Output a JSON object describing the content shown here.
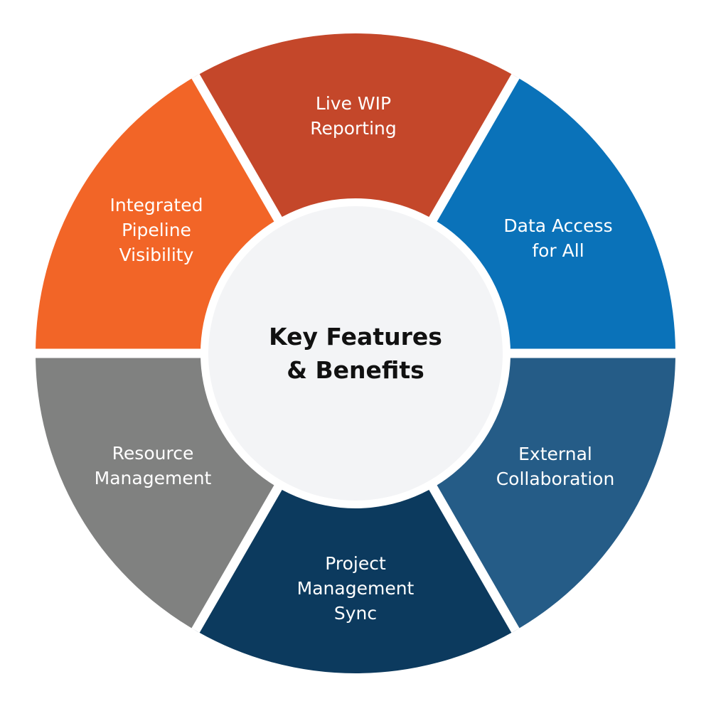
{
  "center": {
    "lines": [
      "Key Features",
      "& Benefits"
    ],
    "fill": "#f3f4f6"
  },
  "segments": [
    {
      "id": "live-wip-reporting",
      "lines": [
        "Live WIP",
        "Reporting"
      ],
      "color": "#c4472a"
    },
    {
      "id": "data-access-for-all",
      "lines": [
        "Data Access",
        "for All"
      ],
      "color": "#0a72b9"
    },
    {
      "id": "external-collaboration",
      "lines": [
        "External",
        "Collaboration"
      ],
      "color": "#255c87"
    },
    {
      "id": "project-management-sync",
      "lines": [
        "Project",
        "Management",
        "Sync"
      ],
      "color": "#0c3a5e"
    },
    {
      "id": "resource-management",
      "lines": [
        "Resource",
        "Management"
      ],
      "color": "#808180"
    },
    {
      "id": "integrated-pipeline-visibility",
      "lines": [
        "Integrated",
        "Pipeline",
        "Visibility"
      ],
      "color": "#f26527"
    }
  ]
}
